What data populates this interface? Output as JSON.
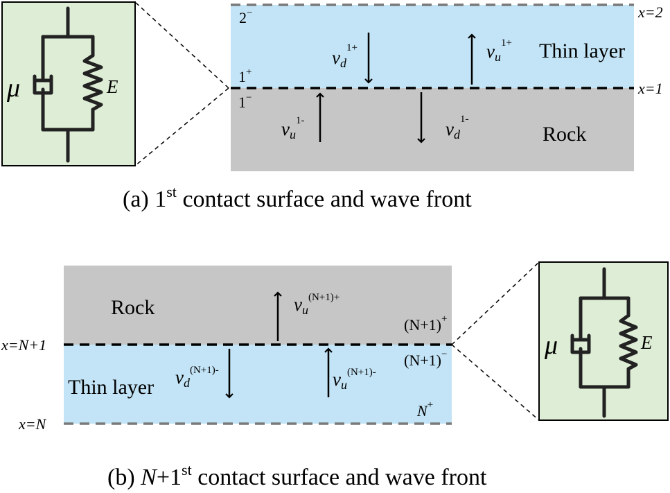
{
  "colors": {
    "thin_layer": "#c3e4f6",
    "rock": "#c6c6c6",
    "model_box": "#deedd5",
    "dashed_boundary": "#7a7a7a",
    "interface_line": "#000000"
  },
  "panel_a": {
    "caption": {
      "prefix": "(a) 1",
      "sup": "st",
      "suffix": " contact surface and wave front"
    },
    "coord_top": "x=2",
    "coord_mid": "x=1",
    "side_2_minus": {
      "base": "2",
      "sup": "−"
    },
    "side_1_plus": {
      "base": "1",
      "sup": "+"
    },
    "side_1_minus": {
      "base": "1",
      "sup": "−"
    },
    "thin_layer_label": "Thin layer",
    "rock_label": "Rock",
    "arrow_vd_top": {
      "base": "v",
      "sub": "d",
      "sup": "1+",
      "direction": "down"
    },
    "arrow_vu_top": {
      "base": "v",
      "sub": "u",
      "sup": "1+",
      "direction": "up"
    },
    "arrow_vu_bottom": {
      "base": "v",
      "sub": "u",
      "sup": "1-",
      "direction": "up"
    },
    "arrow_vd_bottom": {
      "base": "v",
      "sub": "d",
      "sup": "1-",
      "direction": "down"
    },
    "model": {
      "mu": "μ",
      "E": "E"
    }
  },
  "panel_b": {
    "caption": {
      "prefix": "(b) ",
      "italic": "N",
      "mid": "+1",
      "sup": "st",
      "suffix": " contact surface and wave front"
    },
    "coord_mid": "x=N+1",
    "coord_bottom": "x=N",
    "side_n1_plus": {
      "base": "(N+1)",
      "sup": "+"
    },
    "side_n1_minus": {
      "base": "(N+1)",
      "sup": "−"
    },
    "side_n_plus": {
      "base": "N",
      "sup": "+"
    },
    "rock_label": "Rock",
    "thin_layer_label": "Thin layer",
    "arrow_vu_top": {
      "base": "v",
      "sub": "u",
      "sup": "(N+1)+",
      "direction": "up"
    },
    "arrow_vd_bottom": {
      "base": "v",
      "sub": "d",
      "sup": "(N+1)-",
      "direction": "down"
    },
    "arrow_vu_bottom": {
      "base": "v",
      "sub": "u",
      "sup": "(N+1)-",
      "direction": "up"
    },
    "model": {
      "mu": "μ",
      "E": "E"
    }
  }
}
